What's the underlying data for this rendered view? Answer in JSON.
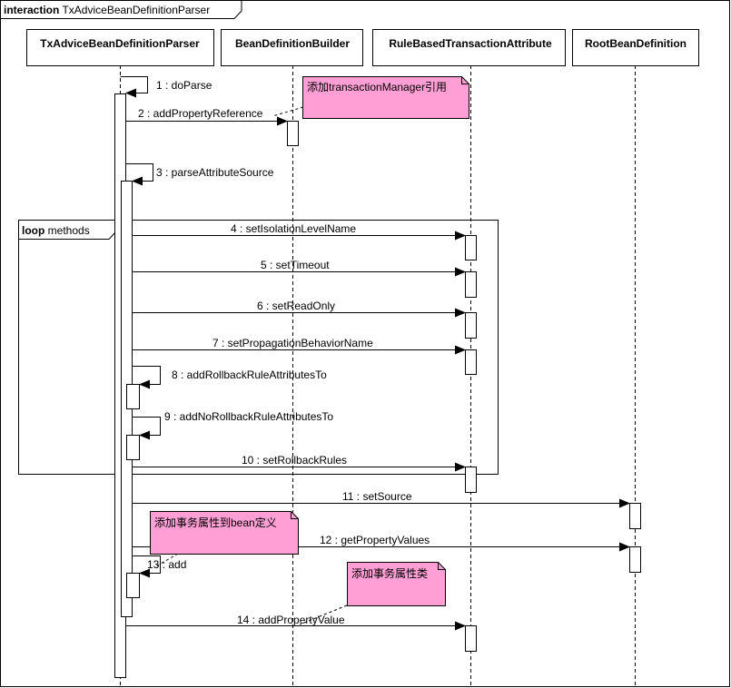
{
  "frame": {
    "keyword": "interaction",
    "name": "TxAdviceBeanDefinitionParser"
  },
  "lifelines": [
    "TxAdviceBeanDefinitionParser",
    "BeanDefinitionBuilder",
    "RuleBasedTransactionAttribute",
    "RootBeanDefinition"
  ],
  "messages": [
    "1 : doParse",
    "2 : addPropertyReference",
    "3 : parseAttributeSource",
    "4 : setIsolationLevelName",
    "5 : setTimeout",
    "6 : setReadOnly",
    "7 : setPropagationBehaviorName",
    "8 : addRollbackRuleAttributesTo",
    "9 : addNoRollbackRuleAttributesTo",
    "10 : setRollbackRules",
    "11 : setSource",
    "12 : getPropertyValues",
    "13 : add",
    "14 : addPropertyValue"
  ],
  "loop": {
    "keyword": "loop",
    "name": "methods"
  },
  "notes": [
    "添加transactionManager引用",
    "添加事务属性到bean定义",
    "添加事务属性类"
  ],
  "colors": {
    "note_fill": "#ff9fd6",
    "frame_fill": "#ffffff",
    "line": "#000000"
  }
}
